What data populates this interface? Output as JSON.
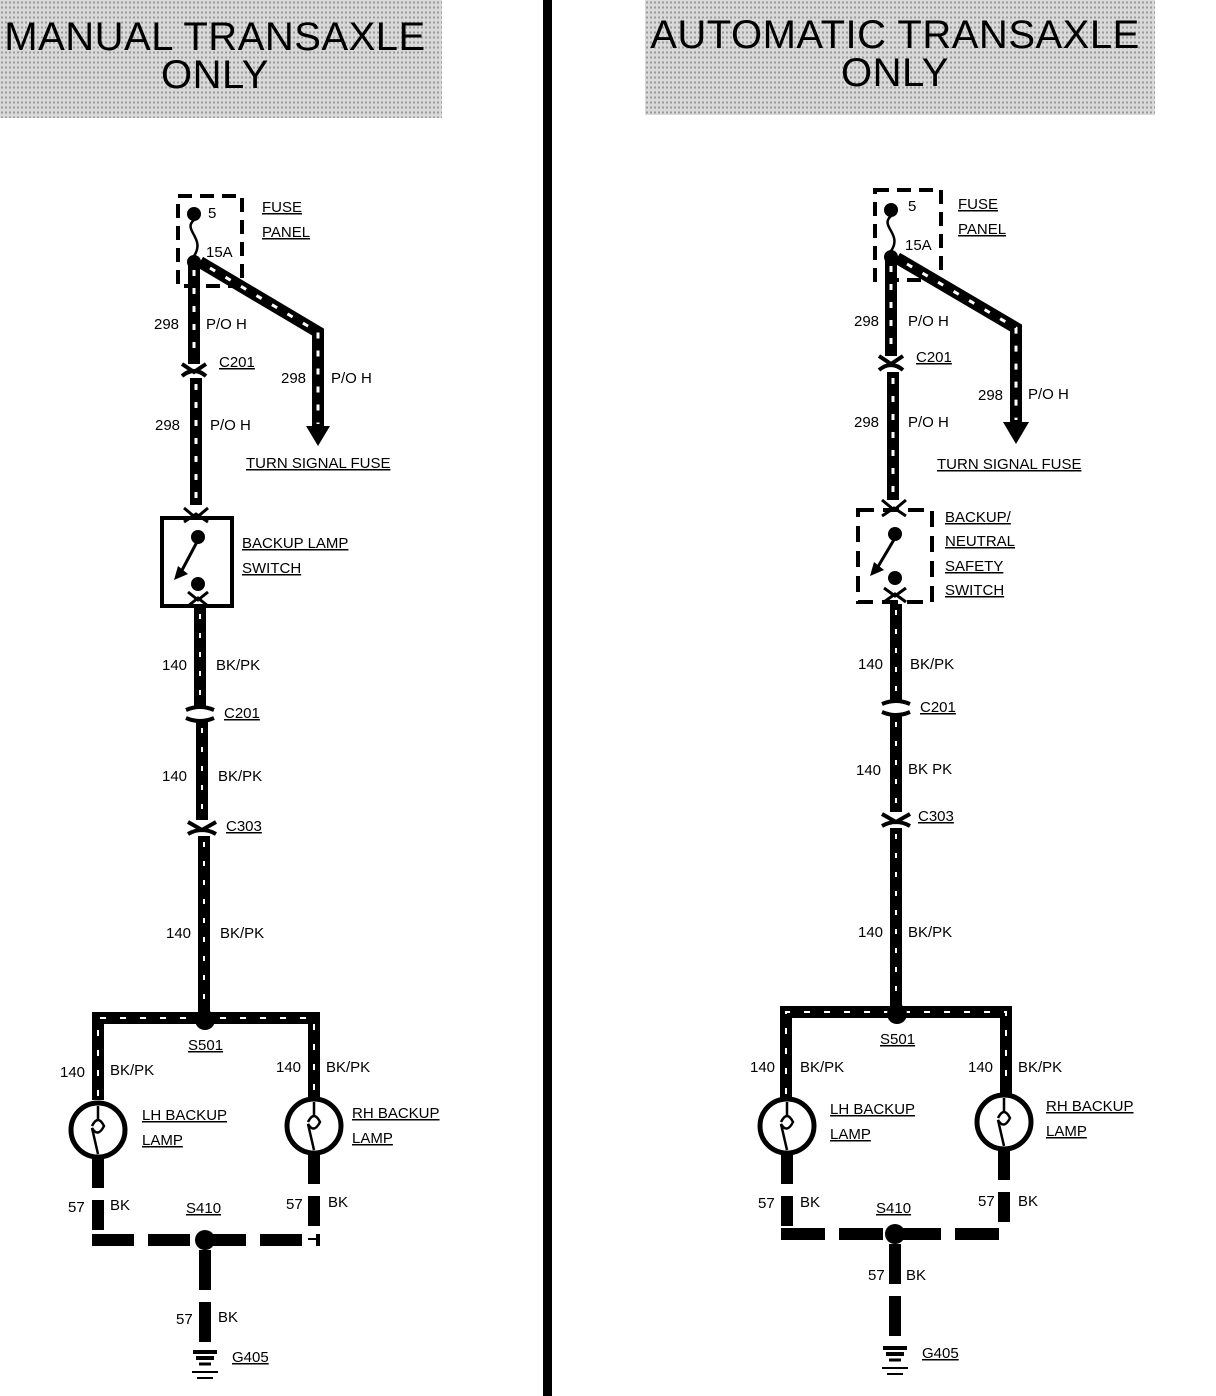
{
  "manual": {
    "title_line1": "MANUAL TRANSAXLE",
    "title_line2": "ONLY",
    "fuse_num": "5",
    "fuse_amp": "15A",
    "fuse_panel_1": "FUSE",
    "fuse_panel_2": "PANEL",
    "w298a": "298",
    "c298a": "P/O H",
    "c201_top": "C201",
    "w298b": "298",
    "c298b": "P/O H",
    "w298c": "298",
    "c298c": "P/O H",
    "turn_signal": "TURN SIGNAL FUSE",
    "switch_1": "BACKUP LAMP",
    "switch_2": "SWITCH",
    "w140a": "140",
    "c140a": "BK/PK",
    "c201_bot": "C201",
    "w140b": "140",
    "c140b": "BK/PK",
    "c303": "C303",
    "w140c": "140",
    "c140c": "BK/PK",
    "s501": "S501",
    "w140l": "140",
    "c140l": "BK/PK",
    "w140r": "140",
    "c140r": "BK/PK",
    "lh_1": "LH BACKUP",
    "lh_2": "LAMP",
    "rh_1": "RH BACKUP",
    "rh_2": "LAMP",
    "w57l": "57",
    "c57l": "BK",
    "s410": "S410",
    "w57r": "57",
    "c57r": "BK",
    "w57g": "57",
    "c57g": "BK",
    "g405": "G405"
  },
  "automatic": {
    "title_line1": "AUTOMATIC TRANSAXLE",
    "title_line2": "ONLY",
    "fuse_num": "5",
    "fuse_amp": "15A",
    "fuse_panel_1": "FUSE",
    "fuse_panel_2": "PANEL",
    "w298a": "298",
    "c298a": "P/O H",
    "c201_top": "C201",
    "w298b": "298",
    "c298b": "P/O H",
    "w298c": "298",
    "c298c": "P/O H",
    "turn_signal": "TURN SIGNAL FUSE",
    "switch_1": "BACKUP/",
    "switch_2": "NEUTRAL",
    "switch_3": "SAFETY",
    "switch_4": "SWITCH",
    "w140a": "140",
    "c140a": "BK/PK",
    "c201_bot": "C201",
    "w140b": "140",
    "c140b": "BK PK",
    "c303": "C303",
    "w140c": "140",
    "c140c": "BK/PK",
    "s501": "S501",
    "w140l": "140",
    "c140l": "BK/PK",
    "w140r": "140",
    "c140r": "BK/PK",
    "lh_1": "LH BACKUP",
    "lh_2": "LAMP",
    "rh_1": "RH BACKUP",
    "rh_2": "LAMP",
    "w57l": "57",
    "c57l": "BK",
    "s410": "S410",
    "w57r": "57",
    "c57r": "BK",
    "w57g": "57",
    "c57g": "BK",
    "g405": "G405"
  }
}
